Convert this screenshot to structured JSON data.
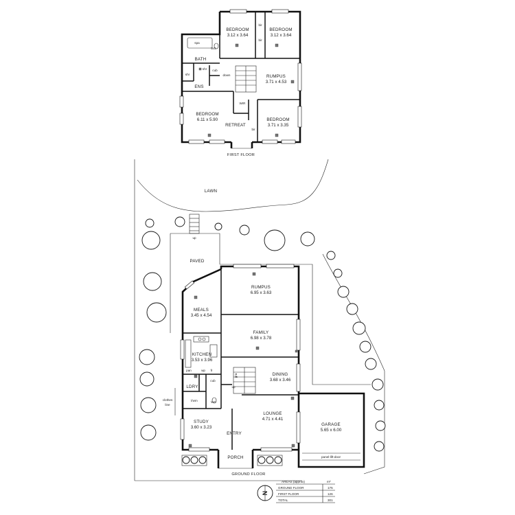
{
  "first_floor": {
    "caption": "FIRST FLOOR",
    "rooms": {
      "bedroom_tl_name": "BEDROOM",
      "bedroom_tl_size": "3.12 x 3.64",
      "bedroom_tr_name": "BEDROOM",
      "bedroom_tr_size": "3.12 x 3.64",
      "rumpus_name": "RUMPUS",
      "rumpus_size": "3.71 x 4.53",
      "master_name": "BEDROOM",
      "master_size": "6.11 x 5.90",
      "bedroom_br_name": "BEDROOM",
      "bedroom_br_size": "3.71 x 3.35",
      "retreat": "RETREAT",
      "bath": "BATH",
      "spa": "spa",
      "wc": "WC",
      "shr1": "shr",
      "shr2": "shr",
      "cub": "cub",
      "down": "down",
      "ens": "ENS",
      "wir": "WIR",
      "bir1": "bir",
      "bir2": "bir",
      "bir3": "bir"
    }
  },
  "site": {
    "lawn": "LAWN",
    "paved": "PAVED",
    "up": "up",
    "clothes_line": [
      "clothes",
      "line"
    ]
  },
  "ground_floor": {
    "caption": "GROUND FLOOR",
    "rooms": {
      "rumpus_name": "RUMPUS",
      "rumpus_size": "6.95 x 3.63",
      "meals_name": "MEALS",
      "meals_size": "3.45 x 4.54",
      "family_name": "FAMILY",
      "family_size": "6.98 x 3.78",
      "kitchen_name": "KITCHEN",
      "kitchen_size": "3.53 x 3.96",
      "dining_name": "DINING",
      "dining_size": "3.68 x 3.46",
      "lounge_name": "LOUNGE",
      "lounge_size": "4.71 x 4.41",
      "garage_name": "GARAGE",
      "garage_size": "5.65 x 6.00",
      "study_name": "STUDY",
      "study_size": "3.60 x 3.23",
      "entry": "ENTRY",
      "porch": "PORCH",
      "ldry": "LDRY",
      "pan": "pan",
      "wp": "wp",
      "fr": "fr",
      "cub": "cub",
      "wc": "WC",
      "lwm": "l/wm",
      "up": "up",
      "gra": "gra",
      "panel_lift_door": "panel-lift-door"
    }
  },
  "areas_table": {
    "title": "AREAS (approx)",
    "unit": "m²",
    "rows": [
      {
        "label": "GROUND FLOOR",
        "value": "175"
      },
      {
        "label": "FIRST FLOOR",
        "value": "126"
      },
      {
        "label": "TOTAL",
        "value": "301"
      }
    ]
  },
  "compass_letter": "N"
}
